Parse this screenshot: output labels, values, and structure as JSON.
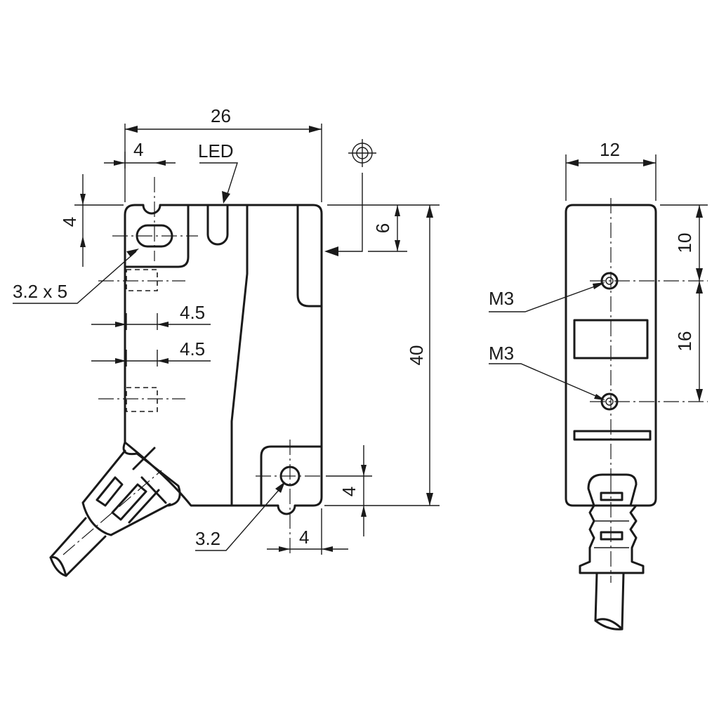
{
  "front_view": {
    "width_dim": "26",
    "offset_dim": "4",
    "led_label": "LED",
    "top_hole_offset": "4",
    "slot_label": "3.2 x 5",
    "pitch_upper": "4.5",
    "pitch_lower": "4.5",
    "lens_offset": "6",
    "height_dim": "40",
    "bottom_hole_offset": "4",
    "bottom_hole_label": "3.2",
    "bottom_hole_x": "4"
  },
  "side_view": {
    "width_dim": "12",
    "top_to_thread": "10",
    "thread_pitch": "16",
    "thread_upper": "M3",
    "thread_lower": "M3"
  },
  "symbols": [
    "concentric-circles-icon"
  ]
}
